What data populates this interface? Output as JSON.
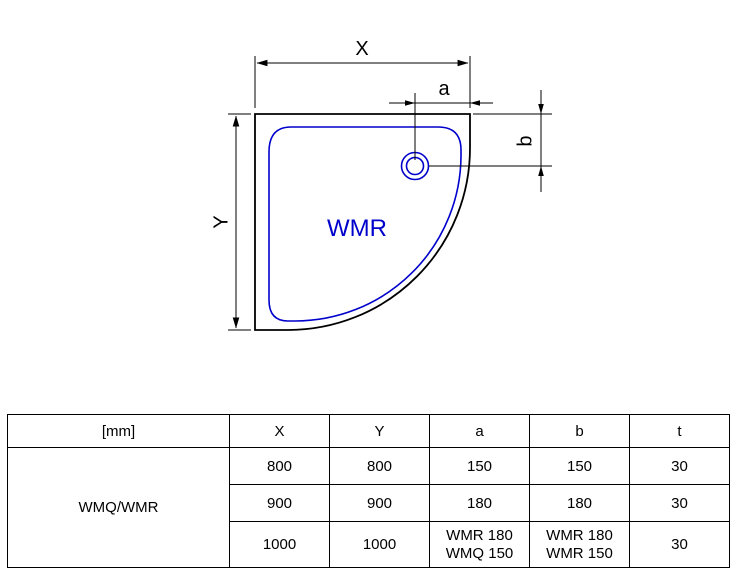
{
  "colors": {
    "accent_blue": "#0000cc",
    "line_black": "#000000"
  },
  "diagram": {
    "product_label": "WMR",
    "dim_labels": {
      "x": "X",
      "y": "Y",
      "a": "a",
      "b": "b"
    }
  },
  "table": {
    "headers": [
      "[mm]",
      "X",
      "Y",
      "a",
      "b",
      "t"
    ],
    "row_group_label": "WMQ/WMR",
    "rows": [
      {
        "x": "800",
        "y": "800",
        "a": "150",
        "b": "150",
        "t": "30"
      },
      {
        "x": "900",
        "y": "900",
        "a": "180",
        "b": "180",
        "t": "30"
      },
      {
        "x": "1000",
        "y": "1000",
        "a1": "WMR 180",
        "a2": "WMQ 150",
        "b1": "WMR 180",
        "b2": "WMR 150",
        "t": "30"
      }
    ]
  }
}
